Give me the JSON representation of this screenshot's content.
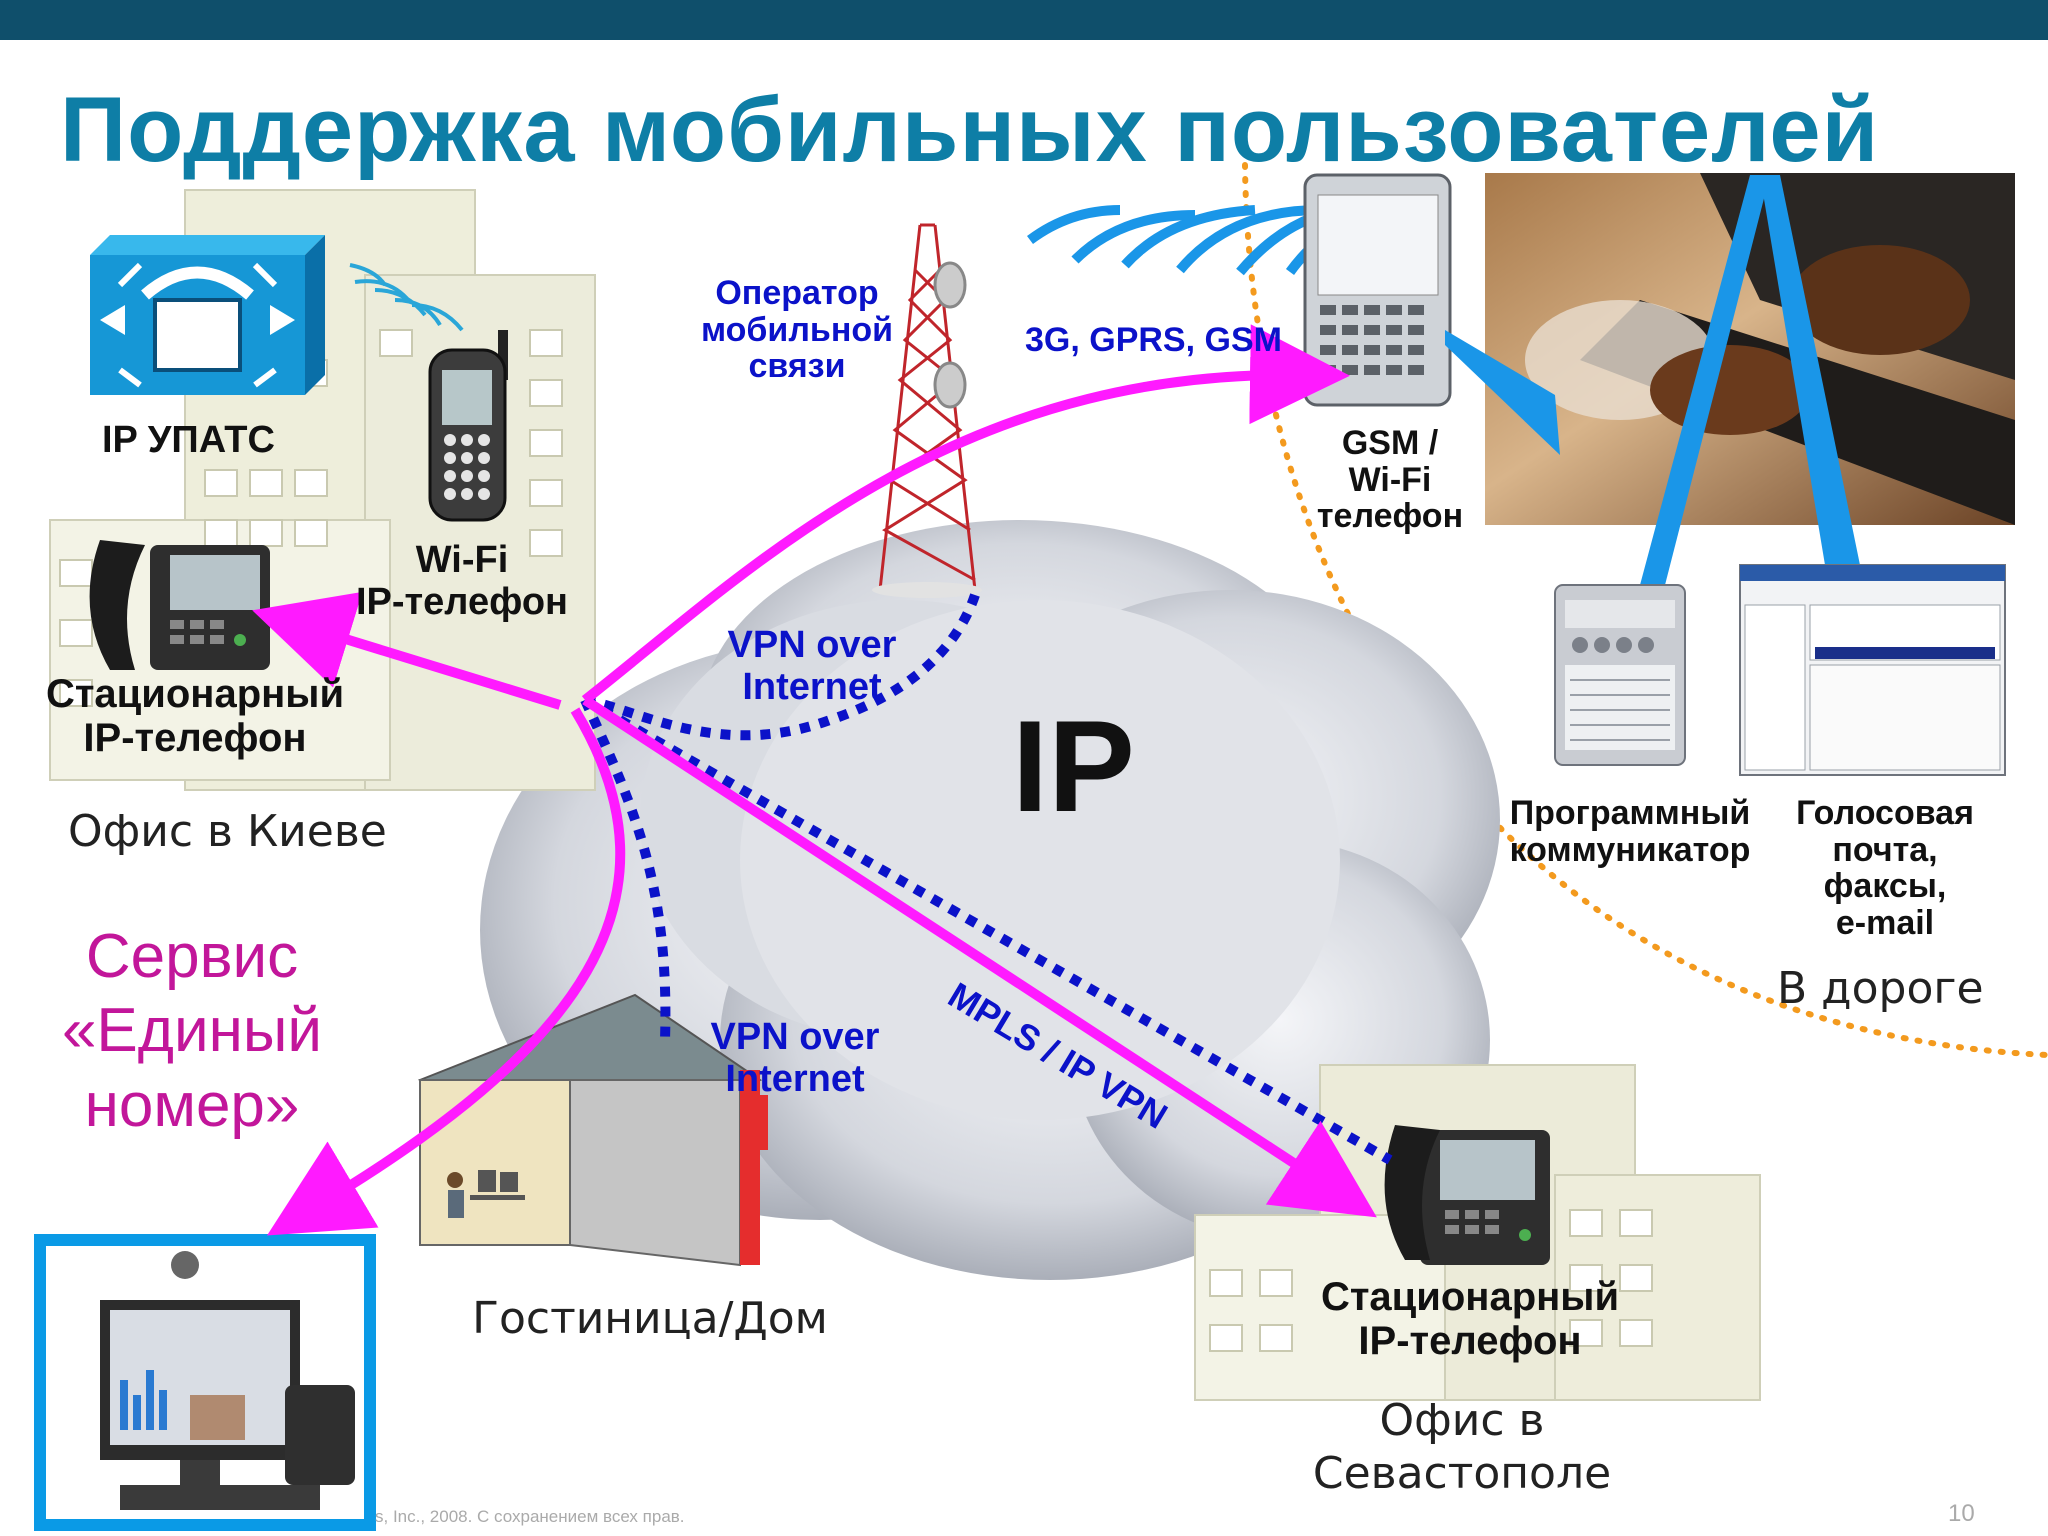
{
  "slide": {
    "title": "Поддержка мобильных пользователей",
    "page_number": "10",
    "copyright": "s, Inc., 2008. С сохранением всех прав."
  },
  "cloud": {
    "label": "IP"
  },
  "kiev_office": {
    "pbx_label": "IP УПАТС",
    "wifi_phone_label_1": "Wi-Fi",
    "wifi_phone_label_2": "IP-телефон",
    "desk_phone_label_1": "Стационарный",
    "desk_phone_label_2": "IP-телефон",
    "office_label": "Офис в Киеве"
  },
  "single_number": {
    "line1": "Сервис",
    "line2": "«Единый",
    "line3": "номер»"
  },
  "mobile_operator": {
    "line1": "Оператор",
    "line2": "мобильной",
    "line3": "связи",
    "networks": "3G, GPRS, GSM"
  },
  "links": {
    "vpn_top_1": "VPN over",
    "vpn_top_2": "Internet",
    "vpn_bottom_1": "VPN over",
    "vpn_bottom_2": "Internet",
    "mpls": "MPLS / IP VPN"
  },
  "on_the_road": {
    "gsm_1": "GSM /",
    "gsm_2": "Wi-Fi",
    "gsm_3": "телефон",
    "softphone_1": "Программный",
    "softphone_2": "коммуникатор",
    "voicemail_1": "Голосовая",
    "voicemail_2": "почта,",
    "voicemail_3": "факсы,",
    "voicemail_4": "e-mail",
    "area_label": "В дороге"
  },
  "hotel": {
    "label": "Гостиница/Дом"
  },
  "sevastopol_office": {
    "desk_phone_label_1": "Стационарный",
    "desk_phone_label_2": "IP-телефон",
    "office_line1": "Офис в",
    "office_line2": "Севастополе"
  },
  "colors": {
    "title": "#0e7ea6",
    "top_bar": "#0f4f6b",
    "magenta_arrow": "#ff1aff",
    "vpn_dotted": "#0b12c9",
    "road_boundary": "#f39a1e"
  }
}
